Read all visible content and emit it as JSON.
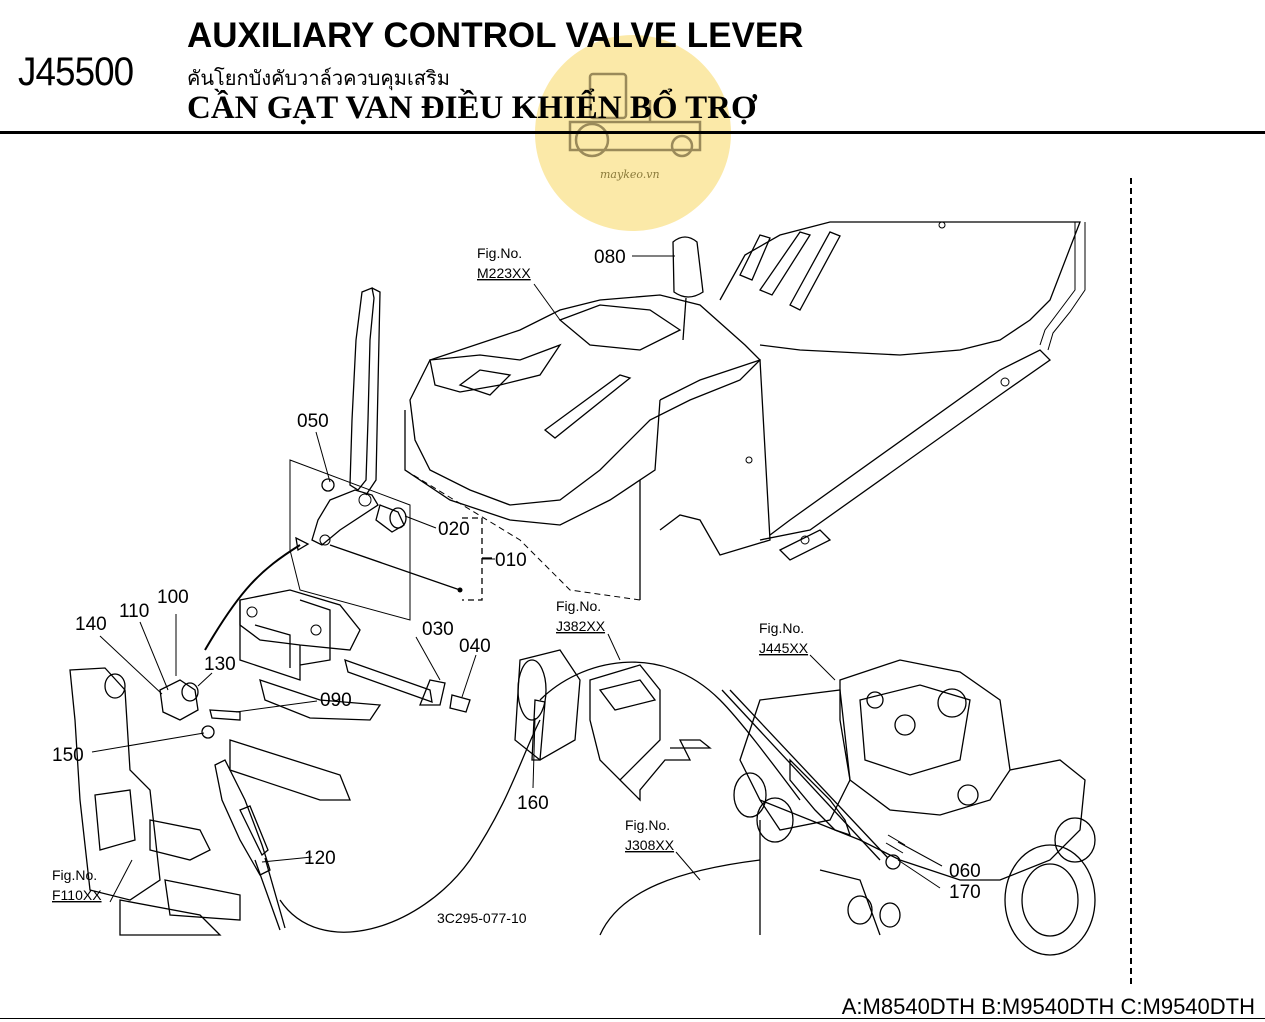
{
  "header": {
    "code": "J45500",
    "title_en": "AUXILIARY CONTROL VALVE LEVER",
    "title_th": "คันโยกบังคับวาล์วควบคุมเสริม",
    "title_vi": "CẦN GẠT VAN ĐIỀU KHIỂN BỔ TRỢ"
  },
  "watermark": {
    "text": "maykeo.vn",
    "color": "#fbe9a8"
  },
  "parts": {
    "p010": "010",
    "p020": "020",
    "p030": "030",
    "p040": "040",
    "p050": "050",
    "p060": "060",
    "p080": "080",
    "p090": "090",
    "p100": "100",
    "p110": "110",
    "p120": "120",
    "p130": "130",
    "p140": "140",
    "p150": "150",
    "p160": "160",
    "p170": "170"
  },
  "fig_refs": {
    "label": "Fig.No.",
    "m223": "M223XX",
    "j382": "J382XX",
    "j445": "J445XX",
    "j308": "J308XX",
    "f110": "F110XX"
  },
  "drawing_code": "3C295-077-10",
  "footer": {
    "models": "A:M8540DTH B:M9540DTH C:M9540DTH"
  }
}
